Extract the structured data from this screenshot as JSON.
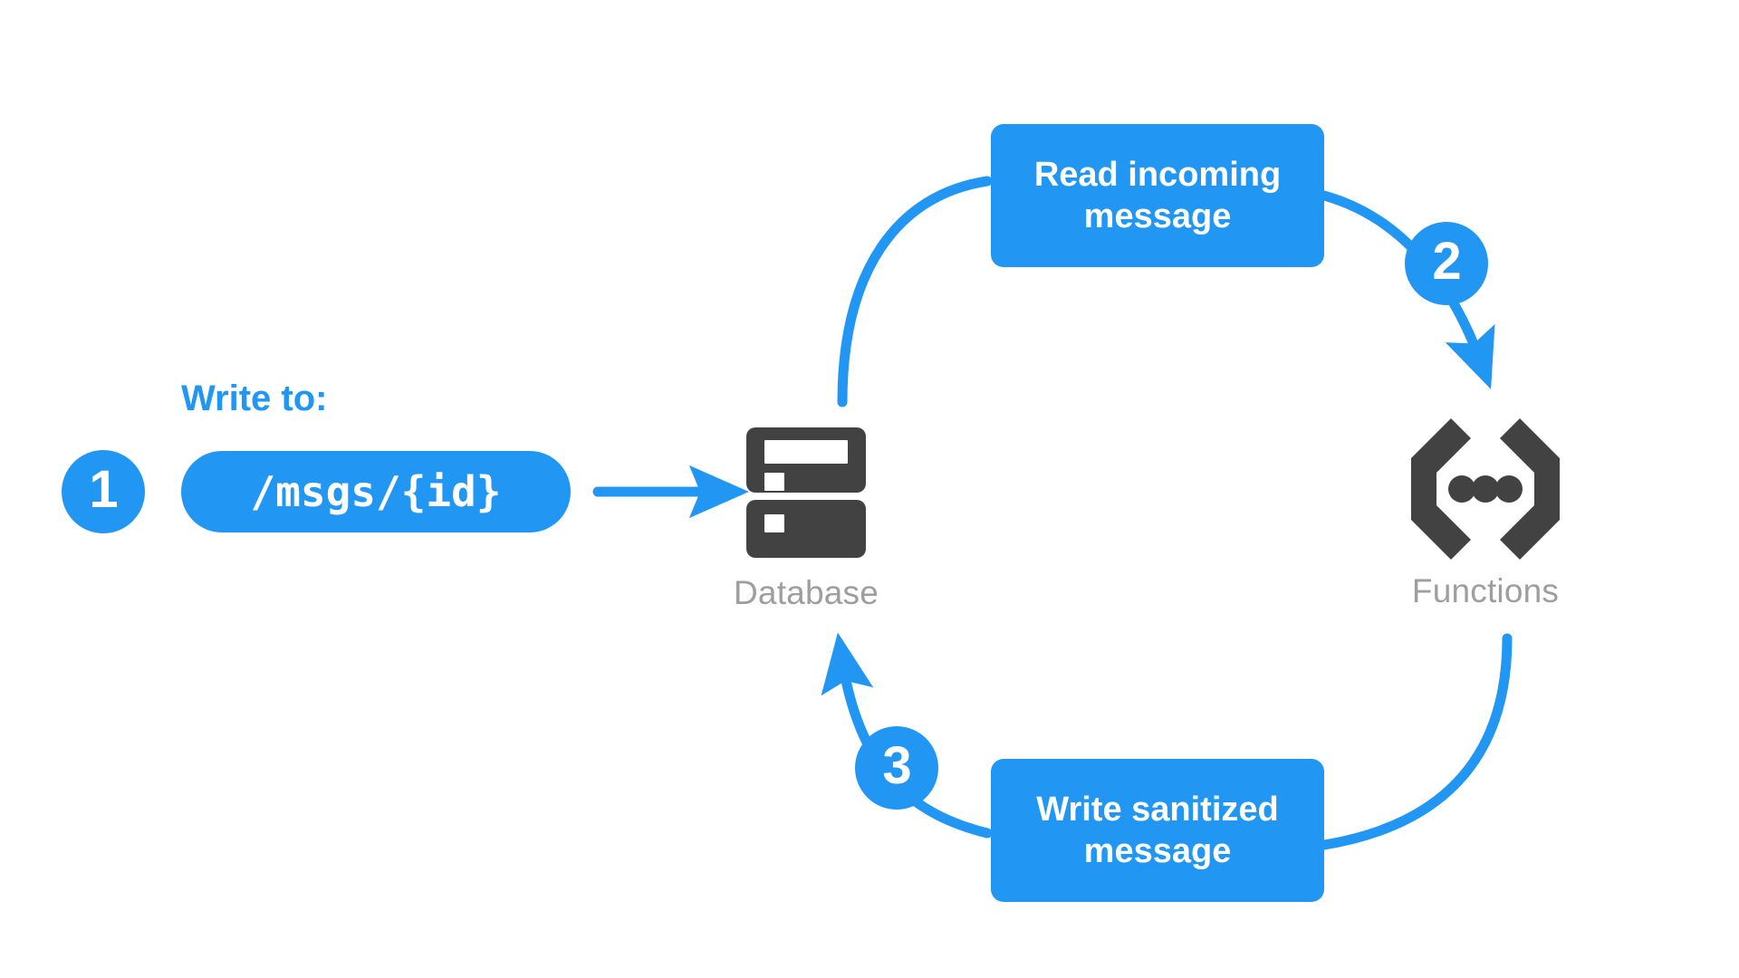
{
  "diagram": {
    "title": "Database write triggers Cloud Function sanitize loop",
    "background_color": "#ffffff",
    "accent_color": "#2196f3",
    "icon_color": "#424242",
    "caption_color": "#9e9e9e"
  },
  "labels": {
    "write_to": "Write to:"
  },
  "pill": {
    "path": "/msgs/{id}"
  },
  "badges": [
    {
      "id": "badge-1",
      "number": "1"
    },
    {
      "id": "badge-2",
      "number": "2"
    },
    {
      "id": "badge-3",
      "number": "3"
    }
  ],
  "boxes": {
    "read": {
      "line1": "Read incoming",
      "line2": "message",
      "text": "Read incoming message"
    },
    "write": {
      "line1": "Write sanitized",
      "line2": "message",
      "text": "Write sanitized message"
    }
  },
  "nodes": {
    "database": {
      "caption": "Database",
      "icon": "database-icon"
    },
    "functions": {
      "caption": "Functions",
      "icon": "functions-braces-icon"
    }
  },
  "connectors": [
    {
      "name": "pill-to-database",
      "from": "/msgs/{id}",
      "to": "Database",
      "style": "straight-arrow"
    },
    {
      "name": "database-to-read",
      "from": "Database",
      "to": "Read incoming message",
      "style": "curve"
    },
    {
      "name": "read-to-functions",
      "from": "Read incoming message",
      "to": "Functions",
      "style": "curve-arrow",
      "badge": "2"
    },
    {
      "name": "functions-to-write",
      "from": "Functions",
      "to": "Write sanitized message",
      "style": "curve"
    },
    {
      "name": "write-to-database",
      "from": "Write sanitized message",
      "to": "Database",
      "style": "curve-arrow",
      "badge": "3"
    }
  ]
}
